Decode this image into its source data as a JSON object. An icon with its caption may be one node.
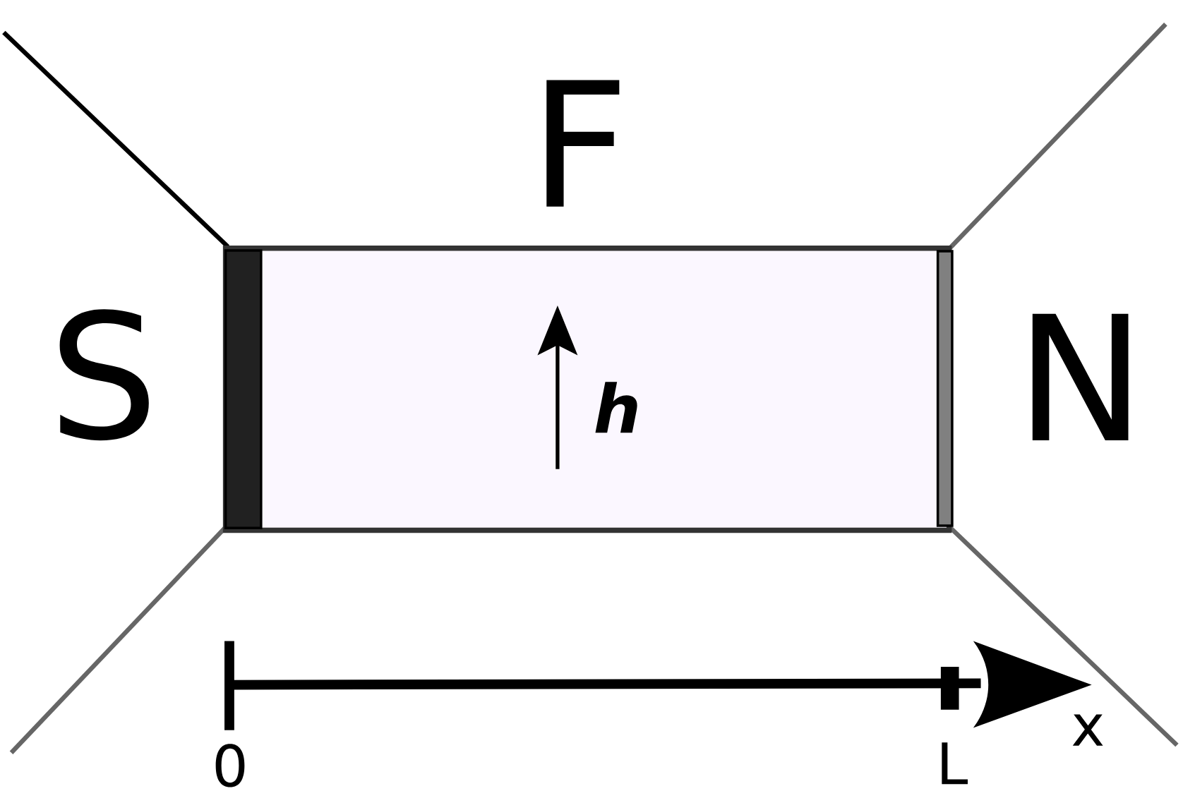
{
  "diagram": {
    "labels": [
      "F",
      "S",
      "N",
      "h",
      "0",
      "L",
      "x"
    ]
  }
}
